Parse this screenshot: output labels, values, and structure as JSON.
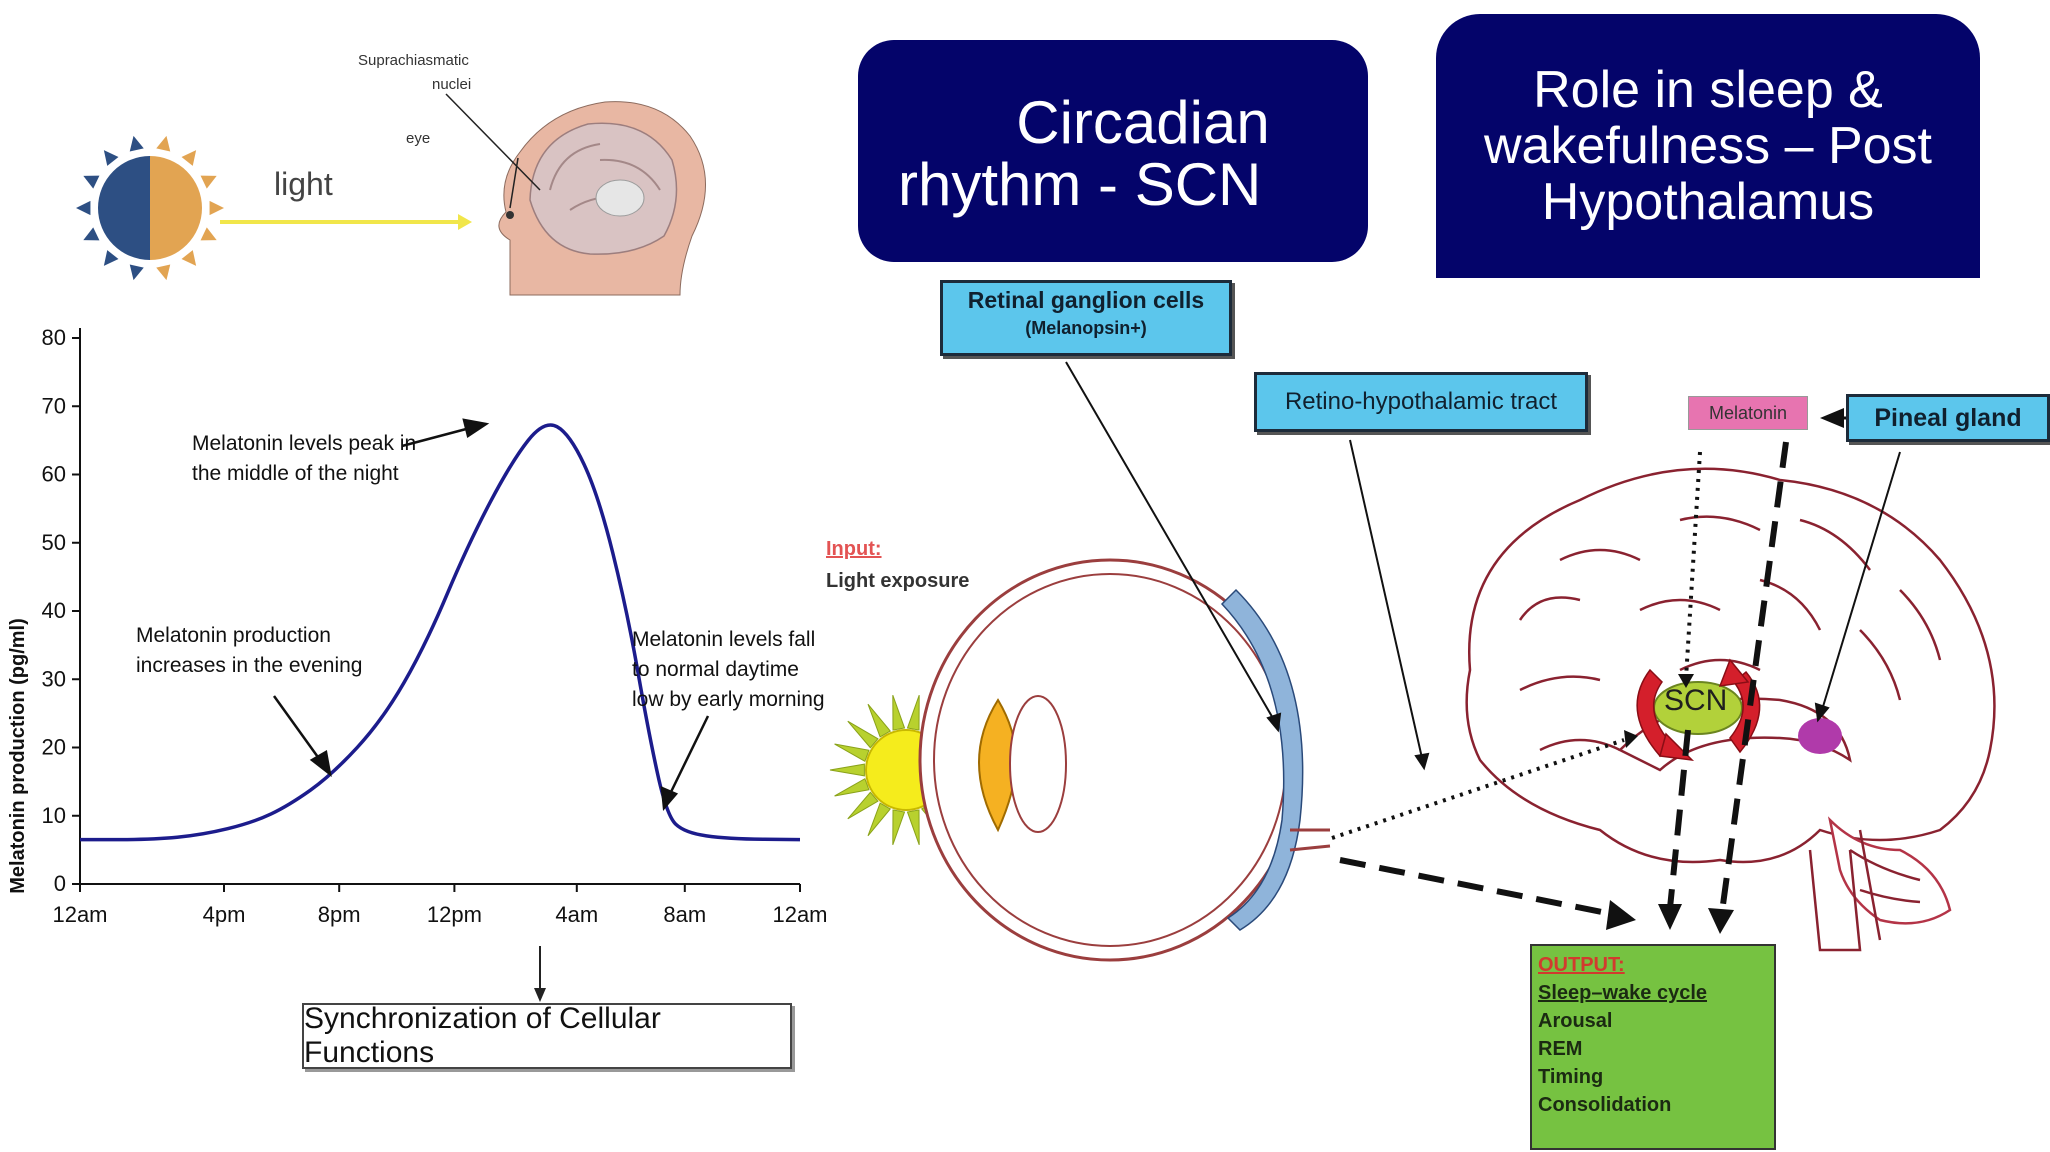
{
  "titles": {
    "scn_line1": "Circadian",
    "scn_line2": "rhythm - SCN",
    "sleep_line1": "Role in sleep &",
    "sleep_line2": "wakefulness – Post",
    "sleep_line3": "Hypothalamus"
  },
  "top_illustration": {
    "light_label": "light",
    "scn_label_line1": "Suprachiasmatic",
    "scn_label_line2": "nuclei",
    "eye_label": "eye"
  },
  "chart_data": {
    "type": "line",
    "title": "",
    "xlabel": "",
    "ylabel": "Melatonin production (pg/ml)",
    "ylim": [
      0,
      80
    ],
    "yticks": [
      0,
      10,
      20,
      30,
      40,
      50,
      60,
      70,
      80
    ],
    "x_tick_labels": [
      "12am",
      "4pm",
      "8pm",
      "12pm",
      "4am",
      "8am",
      "12am"
    ],
    "series": [
      {
        "values_by_position": [
          {
            "x": 0,
            "y": 6.5
          },
          {
            "x": 0.1,
            "y": 6.5
          },
          {
            "x": 0.17,
            "y": 7.2
          },
          {
            "x": 0.24,
            "y": 9
          },
          {
            "x": 0.29,
            "y": 11.5
          },
          {
            "x": 0.35,
            "y": 16
          },
          {
            "x": 0.42,
            "y": 24
          },
          {
            "x": 0.48,
            "y": 35
          },
          {
            "x": 0.54,
            "y": 50
          },
          {
            "x": 0.6,
            "y": 62
          },
          {
            "x": 0.645,
            "y": 68
          },
          {
            "x": 0.68,
            "y": 66
          },
          {
            "x": 0.72,
            "y": 57
          },
          {
            "x": 0.76,
            "y": 40
          },
          {
            "x": 0.79,
            "y": 22
          },
          {
            "x": 0.815,
            "y": 10
          },
          {
            "x": 0.84,
            "y": 7.5
          },
          {
            "x": 0.9,
            "y": 6.6
          },
          {
            "x": 1.0,
            "y": 6.5
          }
        ]
      }
    ],
    "grid": false,
    "annotations": {
      "peak_line1": "Melatonin levels peak in",
      "peak_line2": "the middle of the night",
      "rise_line1": "Melatonin production",
      "rise_line2": "increases in the evening",
      "fall_line1": "Melatonin levels fall",
      "fall_line2": "to normal daytime",
      "fall_line3": "low by early morning"
    }
  },
  "sync_box": "Synchronization of Cellular Functions",
  "diagram": {
    "rgc_line1": "Retinal ganglion cells",
    "rgc_line2": "(Melanopsin+)",
    "rht": "Retino-hypothalamic tract",
    "melatonin": "Melatonin",
    "pineal": "Pineal gland",
    "input_title": "Input:",
    "input_text": "Light exposure",
    "scn": "SCN",
    "output_title": "OUTPUT:",
    "output_items": [
      "Sleep–wake cycle",
      "Arousal",
      "REM",
      "Timing",
      "Consolidation"
    ]
  },
  "colors": {
    "title_bg": "#04046a",
    "curve": "#1c1c8c",
    "cyan_label": "#5cc6ec",
    "output_bg": "#76c241",
    "melatonin_bg": "#e774b0",
    "input_red": "#e35353"
  }
}
